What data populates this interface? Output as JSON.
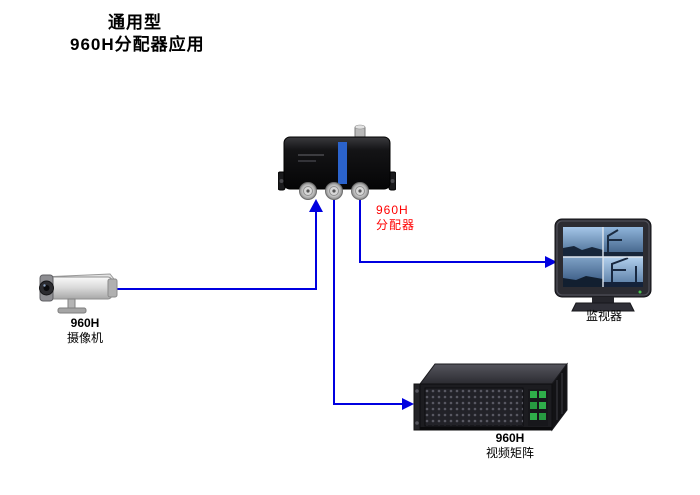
{
  "title": {
    "line1": "通用型",
    "line2": "960H分配器应用"
  },
  "devices": {
    "distributor": {
      "name_line1": "960H",
      "name_line2": "分配器"
    },
    "camera": {
      "name_line1": "960H",
      "name_line2": "摄像机"
    },
    "monitor": {
      "name": "监视器"
    },
    "matrix": {
      "name_line1": "960H",
      "name_line2": "视频矩阵"
    }
  },
  "connections": [
    {
      "from": "960H 摄像机",
      "to": "960H 分配器"
    },
    {
      "from": "960H 分配器",
      "to": "监视器"
    },
    {
      "from": "960H 分配器",
      "to": "960H 视频矩阵"
    }
  ],
  "colors": {
    "arrow_blue": "#0000e0",
    "label_red": "#ff0000",
    "background": "#ffffff"
  }
}
